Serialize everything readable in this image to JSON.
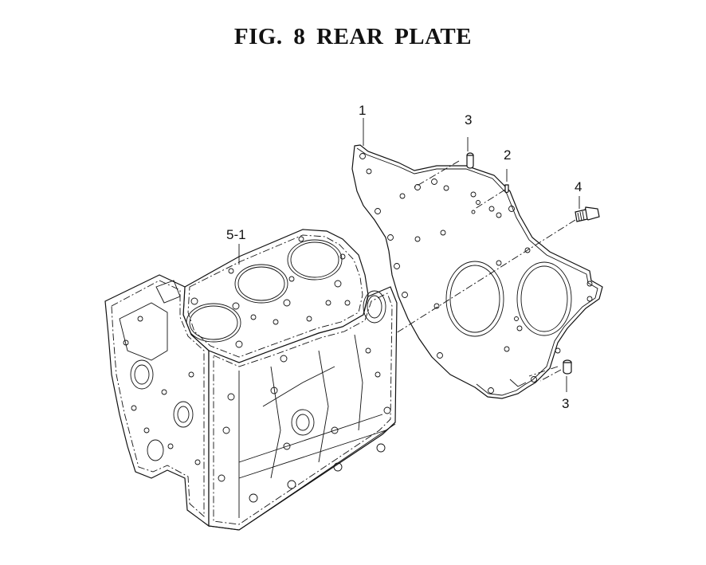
{
  "figure": {
    "title": "FIG.  8  REAR PLATE"
  },
  "callouts": {
    "plate": "1",
    "pin_top": "2",
    "dowel_top": "3",
    "bolt": "4",
    "dowel_bottom": "3",
    "block": "5-1"
  },
  "colors": {
    "line": "#111111",
    "background": "#ffffff"
  }
}
